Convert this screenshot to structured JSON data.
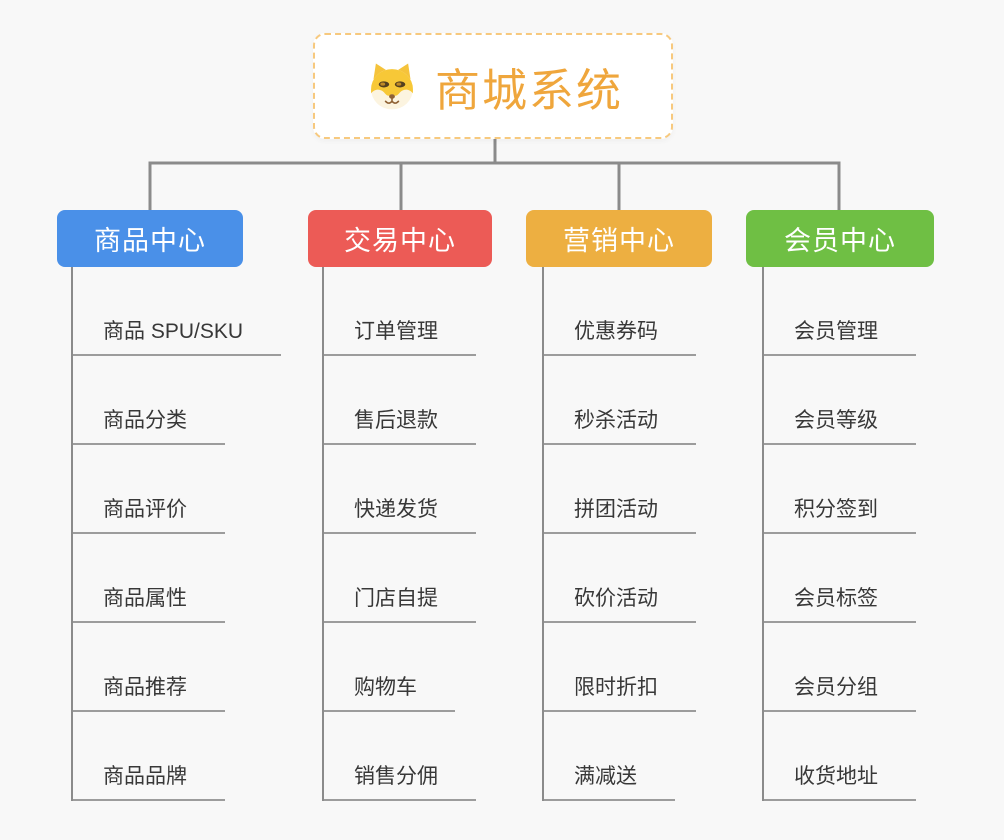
{
  "app": {
    "background_color": "#F8F8F8",
    "connector_color": "#8B8B8B",
    "underline_color": "#9C9C9C"
  },
  "root": {
    "title": "商城系统",
    "icon": "dog-face",
    "title_color": "#EFA63C",
    "border_color": "#F7C97E"
  },
  "branches": [
    {
      "label": "商品中心",
      "color": "#4A90E8",
      "items": [
        "商品 SPU/SKU",
        "商品分类",
        "商品评价",
        "商品属性",
        "商品推荐",
        "商品品牌"
      ]
    },
    {
      "label": "交易中心",
      "color": "#EC5B56",
      "items": [
        "订单管理",
        "售后退款",
        "快递发货",
        "门店自提",
        "购物车",
        "销售分佣"
      ]
    },
    {
      "label": "营销中心",
      "color": "#EDAF41",
      "items": [
        "优惠券码",
        "秒杀活动",
        "拼团活动",
        "砍价活动",
        "限时折扣",
        "满减送"
      ]
    },
    {
      "label": "会员中心",
      "color": "#6FBF44",
      "items": [
        "会员管理",
        "会员等级",
        "积分签到",
        "会员标签",
        "会员分组",
        "收货地址"
      ]
    }
  ]
}
